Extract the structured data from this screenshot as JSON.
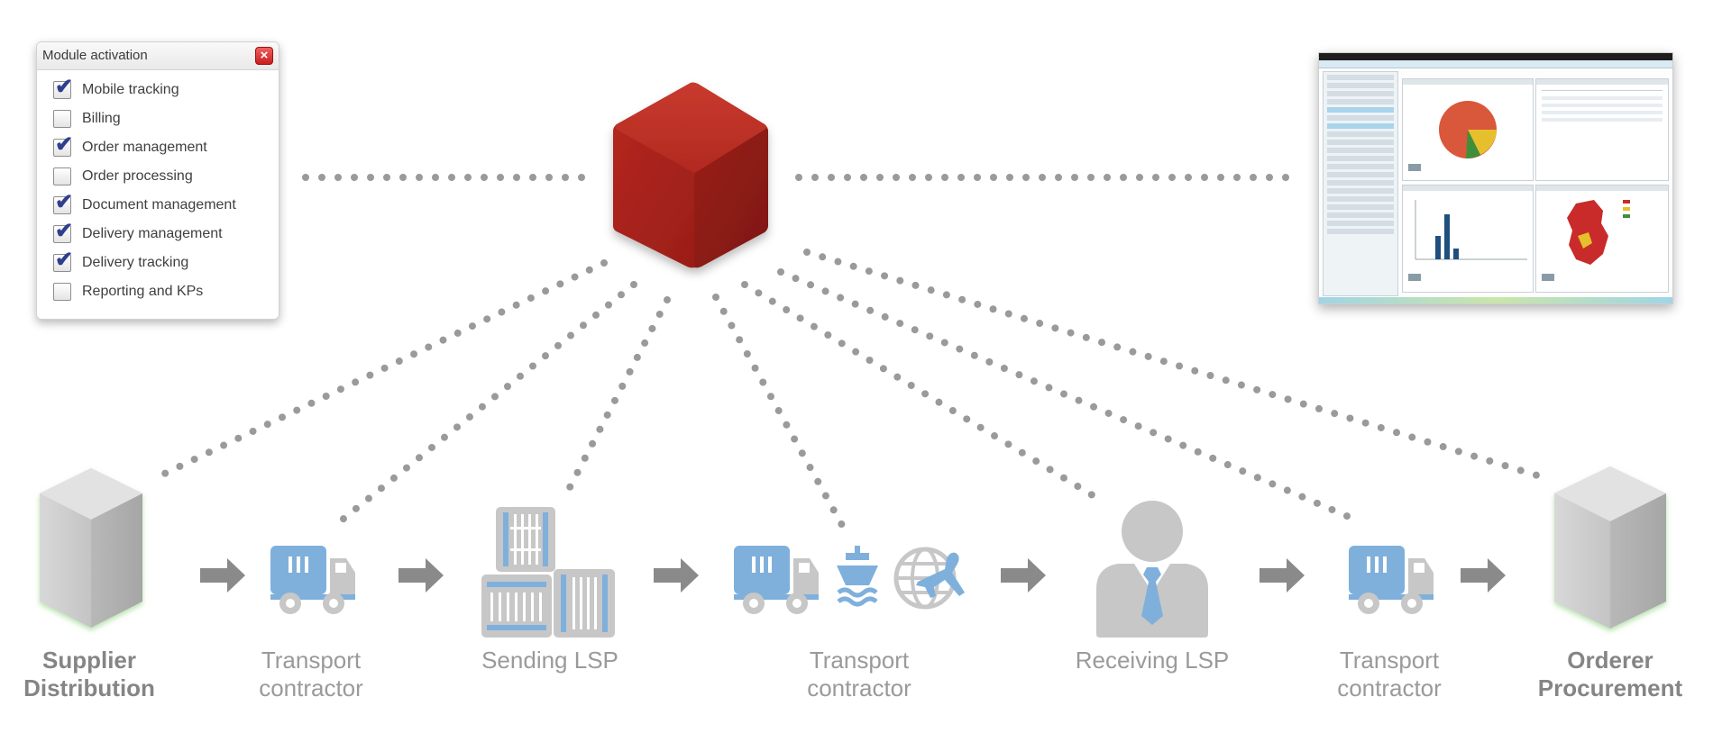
{
  "module_panel": {
    "title": "Module activation",
    "modules": [
      {
        "label": "Mobile tracking",
        "checked": true
      },
      {
        "label": "Billing",
        "checked": false
      },
      {
        "label": "Order management",
        "checked": true
      },
      {
        "label": "Order processing",
        "checked": false
      },
      {
        "label": "Document management",
        "checked": true
      },
      {
        "label": "Delivery management",
        "checked": true
      },
      {
        "label": "Delivery tracking",
        "checked": true
      },
      {
        "label": "Reporting and KPs",
        "checked": false
      }
    ]
  },
  "nodes": {
    "supplier": {
      "line1": "Supplier",
      "line2": "Distribution"
    },
    "transport_1": {
      "line1": "Transport",
      "line2": "contractor"
    },
    "sending_lsp": {
      "line1": "Sending LSP"
    },
    "transport_2": {
      "line1": "Transport",
      "line2": "contractor"
    },
    "receiving_lsp": {
      "line1": "Receiving LSP"
    },
    "transport_3": {
      "line1": "Transport",
      "line2": "contractor"
    },
    "orderer": {
      "line1": "Orderer",
      "line2": "Procurement"
    }
  },
  "colors": {
    "cube_red": "#b3261e",
    "icon_blue": "#7fb0dc",
    "icon_gray": "#c7c7c7",
    "dot_gray": "#9a9a9a",
    "arrow_gray": "#8a8a8a",
    "check_blue": "#2f3f8f",
    "close_red": "#d32a2a"
  },
  "icons": [
    "checkbox-icon",
    "close-icon",
    "red-cube-icon",
    "server-icon",
    "truck-icon",
    "containers-icon",
    "ship-icon",
    "plane-globe-icon",
    "person-icon",
    "arrow-right-icon"
  ]
}
